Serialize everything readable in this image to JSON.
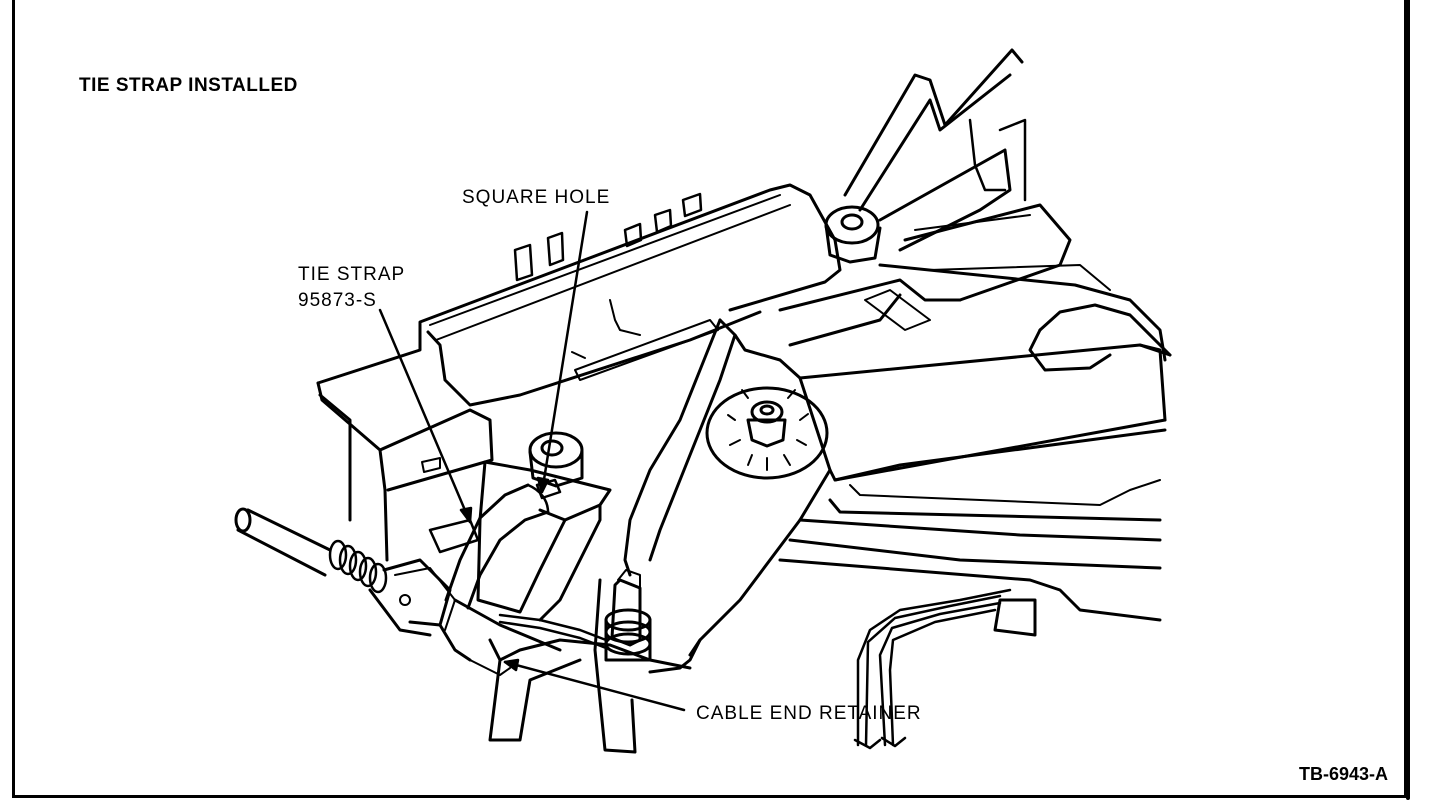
{
  "title": "TIE STRAP INSTALLED",
  "labels": {
    "square_hole": "SQUARE HOLE",
    "tie_strap_line1": "TIE STRAP",
    "tie_strap_line2": "95873-S",
    "cable_end_retainer": "CABLE END RETAINER"
  },
  "figure_id": "TB-6943-A",
  "colors": {
    "ink": "#000000",
    "paper": "#ffffff"
  }
}
